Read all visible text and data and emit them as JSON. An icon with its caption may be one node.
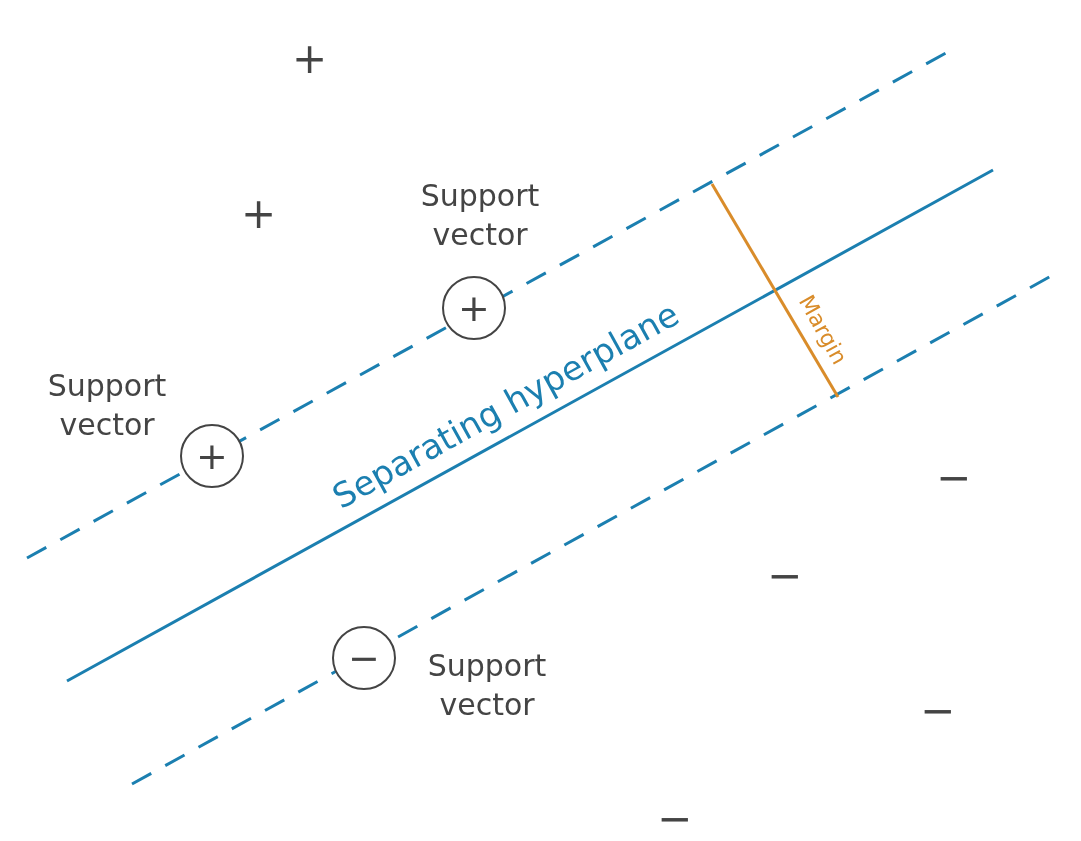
{
  "diagram": {
    "nodes": [
      {
        "text": [
          "+"
        ],
        "beside": [
          "Support vector"
        ]
      },
      {
        "text": [
          "+"
        ],
        "beside": [
          "Support vector"
        ]
      },
      {
        "text": [
          "−"
        ],
        "beside": [
          "Support vector"
        ]
      }
    ],
    "edges": [],
    "labels": [
      "+",
      "+",
      "Margin",
      "Separating hyperplane",
      "−",
      "−",
      "−",
      "−"
    ]
  }
}
